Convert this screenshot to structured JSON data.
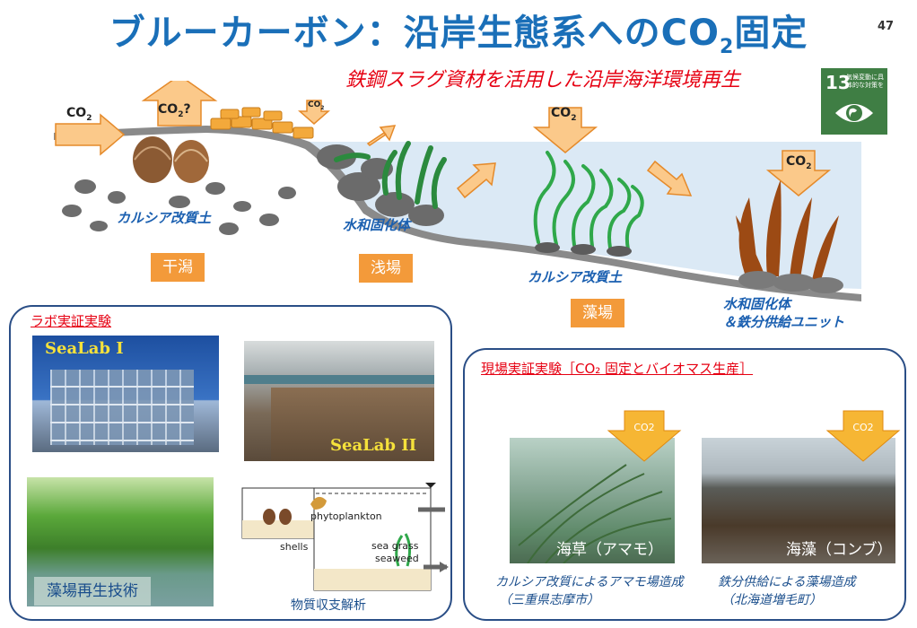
{
  "header": {
    "title_main": "ブルーカーボン：沿岸生態系へのCO",
    "title_sub": "2",
    "title_tail": "固定",
    "page_number": "47",
    "subtitle": "鉄鋼スラグ資材を活用した沿岸海洋環境再生"
  },
  "sdg_badge": {
    "number": "13",
    "text": "気候変動に具体的な対策を",
    "color": "#3f7e44"
  },
  "diagram": {
    "co2_label": "CO",
    "co2_sub": "2",
    "co2_question": "CO",
    "co2_question_tail": "?",
    "small_co2": "CO",
    "small_co2_sub": "2",
    "zones": {
      "tidal_flat": "干潟",
      "shallows": "浅場",
      "seaweed_bed": "藻場"
    },
    "captions": {
      "calcia_soil_left": "カルシア改質土",
      "hydrated_body": "水和固化体",
      "calcia_soil_mid": "カルシア改質土",
      "hydrated_iron_1": "水和固化体",
      "hydrated_iron_2": "＆鉄分供給ユニット"
    }
  },
  "lab_panel": {
    "title": "ラボ実証実験",
    "sealab1": "SeaLab I",
    "sealab2": "SeaLab II",
    "seaweed_tech": "藻場再生技術",
    "material_balance": "物質収支解析",
    "diagram_labels": {
      "phytoplankton": "phytoplankton",
      "shells": "shells",
      "sea_grass": "sea grass",
      "seaweed": "seaweed"
    }
  },
  "field_panel": {
    "title": "現場実証実験［CO₂ 固定とバイオマス生産］",
    "arrow_label_1": "CO2",
    "arrow_label_2": "CO2",
    "photo1_label": "海草（アマモ）",
    "photo2_label": "海藻（コンブ）",
    "caption1_line1": "カルシア改質によるアマモ場造成",
    "caption1_line2": "（三重県志摩市）",
    "caption2_line1": "鉄分供給による藻場造成",
    "caption2_line2": "（北海道増毛町）"
  },
  "colors": {
    "title_blue": "#1a6fb8",
    "accent_red": "#e60012",
    "zone_orange": "#f39a3a",
    "panel_border": "#2a4e86",
    "arrow_fill": "#fbc98a",
    "arrow_stroke": "#e58a2a"
  }
}
